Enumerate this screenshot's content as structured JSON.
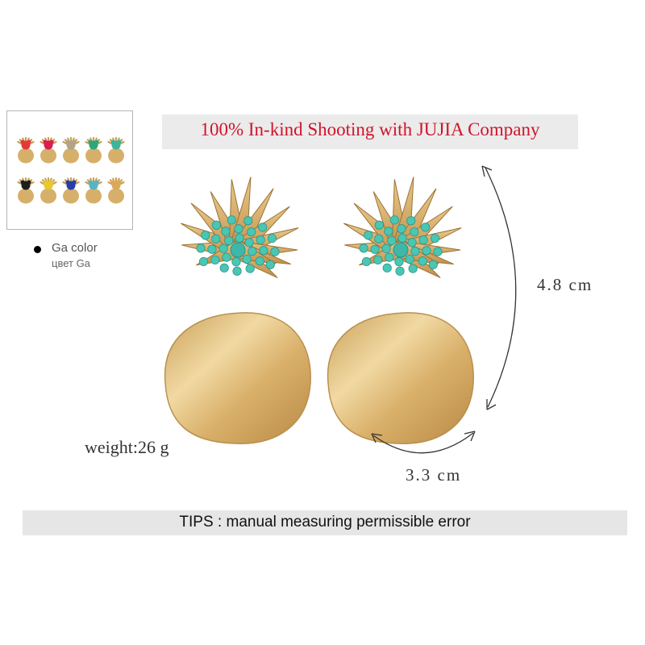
{
  "banner": {
    "text": "100% In-kind Shooting with JUJIA Company",
    "color": "#d1132a"
  },
  "variant": {
    "label": "Ga color",
    "sublabel": "цвет Ga"
  },
  "thumbnail": {
    "colors": [
      "#e23a3a",
      "#d81f4f",
      "#b0a48a",
      "#2aa77f",
      "#3cb59b",
      "#1d1d1d",
      "#e8c82a",
      "#2540a8",
      "#56b5c0",
      "#d9a95c"
    ],
    "body_color": "#d6b06a"
  },
  "dimensions": {
    "height": "4.8 cm",
    "width": "3.3 cm",
    "weight": "weight:26 g"
  },
  "tips": {
    "text": "TIPS : manual measuring permissible error"
  },
  "product": {
    "name": "pineapple-earrings",
    "gold": "#d7b471",
    "turquoise": "#4ac6b4"
  }
}
